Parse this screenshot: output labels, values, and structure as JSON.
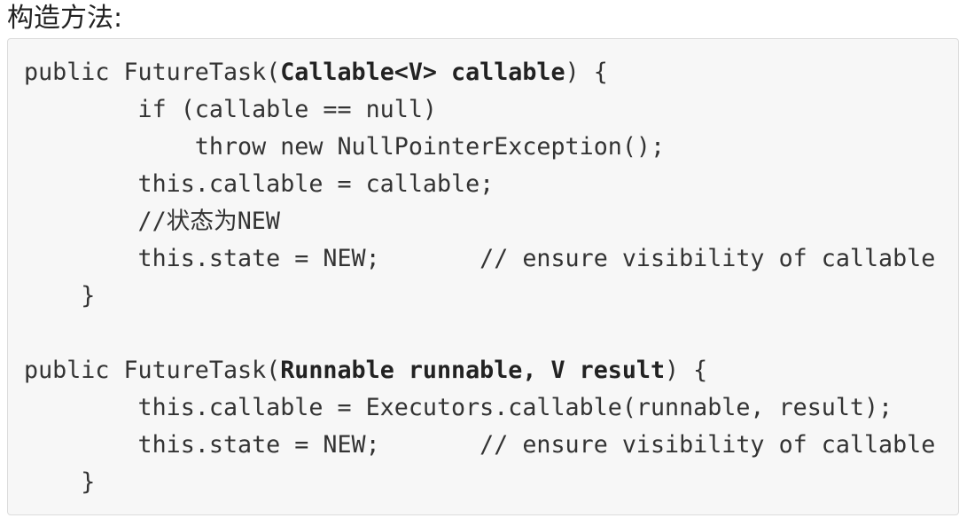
{
  "page": {
    "heading": "构造方法:"
  },
  "code_block": {
    "lines": [
      [
        "public FutureTask(",
        "Callable<V> callable",
        ") {"
      ],
      [
        "        if (callable == null)"
      ],
      [
        "            throw new NullPointerException();"
      ],
      [
        "        this.callable = callable;"
      ],
      [
        "        //状态为NEW"
      ],
      [
        "        this.state = NEW;       // ensure visibility of callable"
      ],
      [
        "    }"
      ],
      [
        ""
      ],
      [
        "public FutureTask(",
        "Runnable runnable, V result",
        ") {"
      ],
      [
        "        this.callable = Executors.callable(runnable, result);"
      ],
      [
        "        this.state = NEW;       // ensure visibility of callable"
      ],
      [
        "    }"
      ]
    ]
  }
}
